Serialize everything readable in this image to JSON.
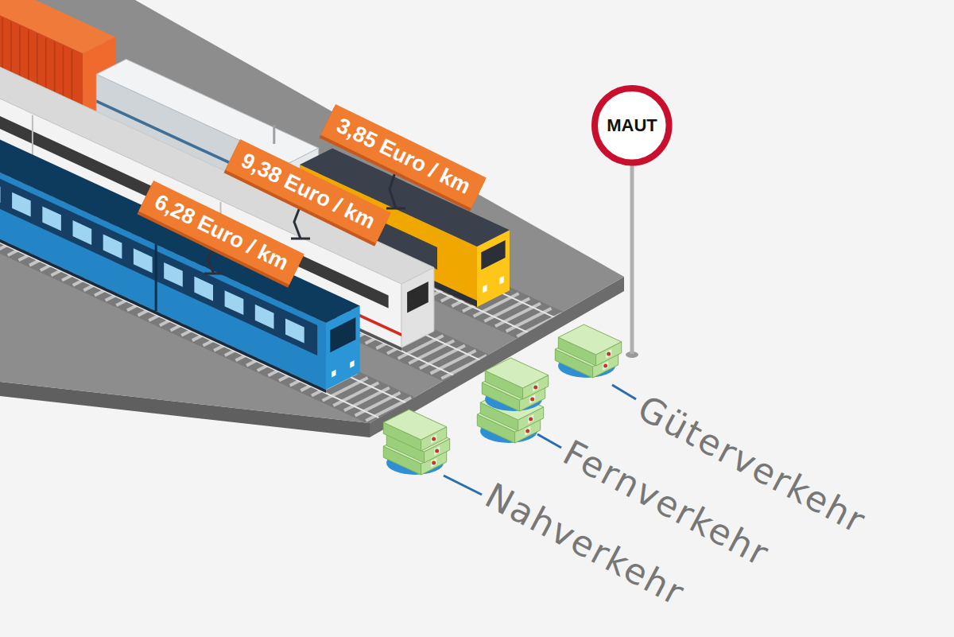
{
  "diagram": {
    "nodes": [
      {
        "text": [
          "3,85 Euro / km"
        ]
      },
      {
        "text": [
          "MAUT"
        ]
      },
      {
        "text": [
          "9,38 Euro / km"
        ]
      },
      {
        "text": [
          "6,28 Euro / km"
        ]
      }
    ],
    "labels": [
      "Güterverkehr",
      "Fernverkehr",
      "Nahverkehr"
    ]
  }
}
